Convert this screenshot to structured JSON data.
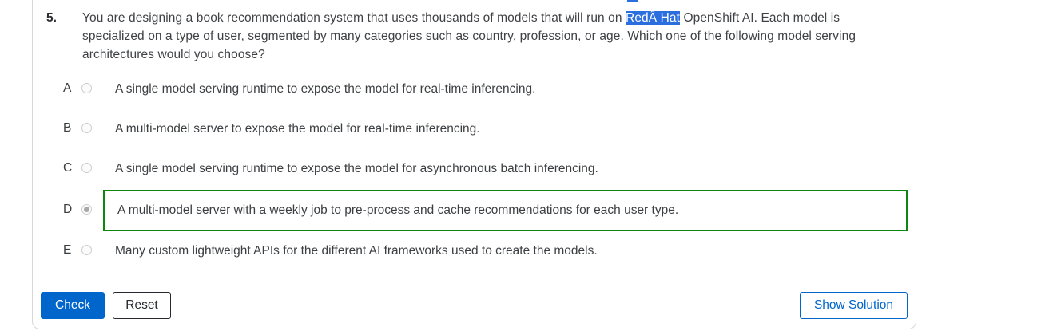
{
  "question": {
    "number": "5.",
    "text_before_highlight": "You are designing a book recommendation system that uses thousands of models that will run on ",
    "highlighted_text": "RedÂ Hat",
    "text_after_highlight": " OpenShift AI. Each model is specialized on a type of user, segmented by many categories such as country, profession, or age. Which one of the following model serving architectures would you choose?"
  },
  "options": [
    {
      "letter": "A",
      "text": "A single model serving runtime to expose the model for real-time inferencing.",
      "selected": false,
      "boxed": false
    },
    {
      "letter": "B",
      "text": "A multi-model server to expose the model for real-time inferencing.",
      "selected": false,
      "boxed": false
    },
    {
      "letter": "C",
      "text": "A single model serving runtime to expose the model for asynchronous batch inferencing.",
      "selected": false,
      "boxed": false
    },
    {
      "letter": "D",
      "text": "A multi-model server with a weekly job to pre-process and cache recommendations for each user type.",
      "selected": true,
      "boxed": true
    },
    {
      "letter": "E",
      "text": "Many custom lightweight APIs for the different AI frameworks used to create the models.",
      "selected": false,
      "boxed": false
    }
  ],
  "buttons": {
    "check": "Check",
    "reset": "Reset",
    "show_solution": "Show Solution"
  },
  "colors": {
    "accent_blue": "#0066cc",
    "selection_highlight_blue": "#2b6fdf",
    "correct_answer_green": "#0d870d",
    "card_border_gray": "#d7d7d7",
    "body_text": "#3f4144"
  }
}
